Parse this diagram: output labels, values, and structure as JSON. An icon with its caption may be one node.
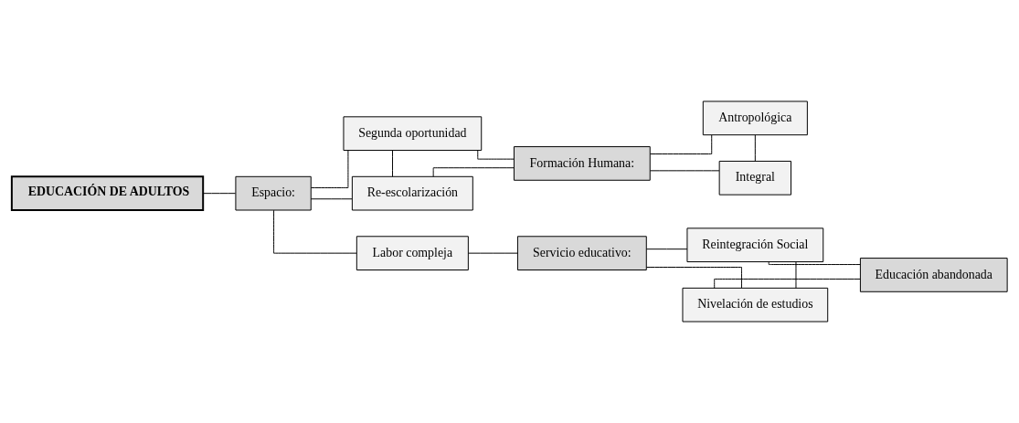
{
  "diagram": {
    "nodes": [
      {
        "text": [
          "EDUCACIÓN DE ADULTOS"
        ]
      },
      {
        "text": [
          "Espacio:"
        ]
      },
      {
        "text": [
          "Segunda oportunidad"
        ]
      },
      {
        "text": [
          "Re-escolarización"
        ]
      },
      {
        "text": [
          "Labor compleja"
        ]
      },
      {
        "text": [
          "Formación Humana:"
        ]
      },
      {
        "text": [
          "Antropológica"
        ]
      },
      {
        "text": [
          "Integral"
        ]
      },
      {
        "text": [
          "Servicio educativo:"
        ]
      },
      {
        "text": [
          "Reintegración Social"
        ]
      },
      {
        "text": [
          "Nivelación de estudios"
        ]
      },
      {
        "text": [
          "Educación abandonada"
        ]
      }
    ],
    "edges": [
      {
        "from": 0,
        "to": 1,
        "arrow": "none"
      },
      {
        "from": 1,
        "to": 2,
        "arrow": "none"
      },
      {
        "from": 1,
        "to": 3,
        "arrow": "none"
      },
      {
        "from": 1,
        "to": 4,
        "arrow": "none"
      },
      {
        "from": 2,
        "to": 3,
        "arrow": "none"
      },
      {
        "from": 2,
        "to": 5,
        "arrow": "none"
      },
      {
        "from": 3,
        "to": 5,
        "arrow": "none"
      },
      {
        "from": 5,
        "to": 6,
        "arrow": "none"
      },
      {
        "from": 5,
        "to": 7,
        "arrow": "none"
      },
      {
        "from": 6,
        "to": 7,
        "arrow": "none"
      },
      {
        "from": 4,
        "to": 8,
        "arrow": "none"
      },
      {
        "from": 8,
        "to": 9,
        "arrow": "none"
      },
      {
        "from": 8,
        "to": 10,
        "arrow": "none"
      },
      {
        "from": 9,
        "to": 10,
        "arrow": "none"
      },
      {
        "from": 9,
        "to": 11,
        "arrow": "none"
      },
      {
        "from": 10,
        "to": 11,
        "arrow": "none"
      }
    ]
  }
}
